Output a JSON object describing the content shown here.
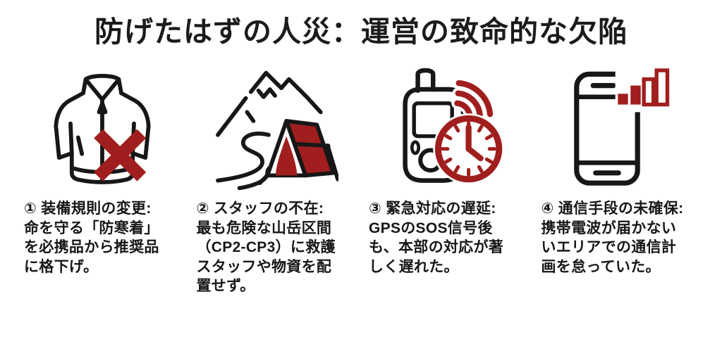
{
  "title": "防げたはずの人災：運営の致命的な欠陥",
  "colors": {
    "bg": "#ffffff",
    "ink": "#171717",
    "red": "#a01f1e",
    "title_color": "#1b1b1b"
  },
  "cards": [
    {
      "icon": "jacket-crossed-out-icon",
      "text": "① 装備規則の変更:\n命を守る「防寒着」\nを必携品から推奨品\nに格下げ。"
    },
    {
      "icon": "mountain-tent-icon",
      "text": "② スタッフの不在:\n最も危険な山岳区間\n（CP2-CP3）に救護\nスタッフや物資を配\n置せず。"
    },
    {
      "icon": "gps-device-clock-icon",
      "text": "③ 緊急対応の遅延:\nGPSのSOS信号後\nも、本部の対応が著\nしく遅れた。"
    },
    {
      "icon": "phone-weak-signal-icon",
      "text": "④ 通信手段の未確保:\n携帯電波が届かない\nいエリアでの通信計\n画を怠っていた。"
    }
  ]
}
